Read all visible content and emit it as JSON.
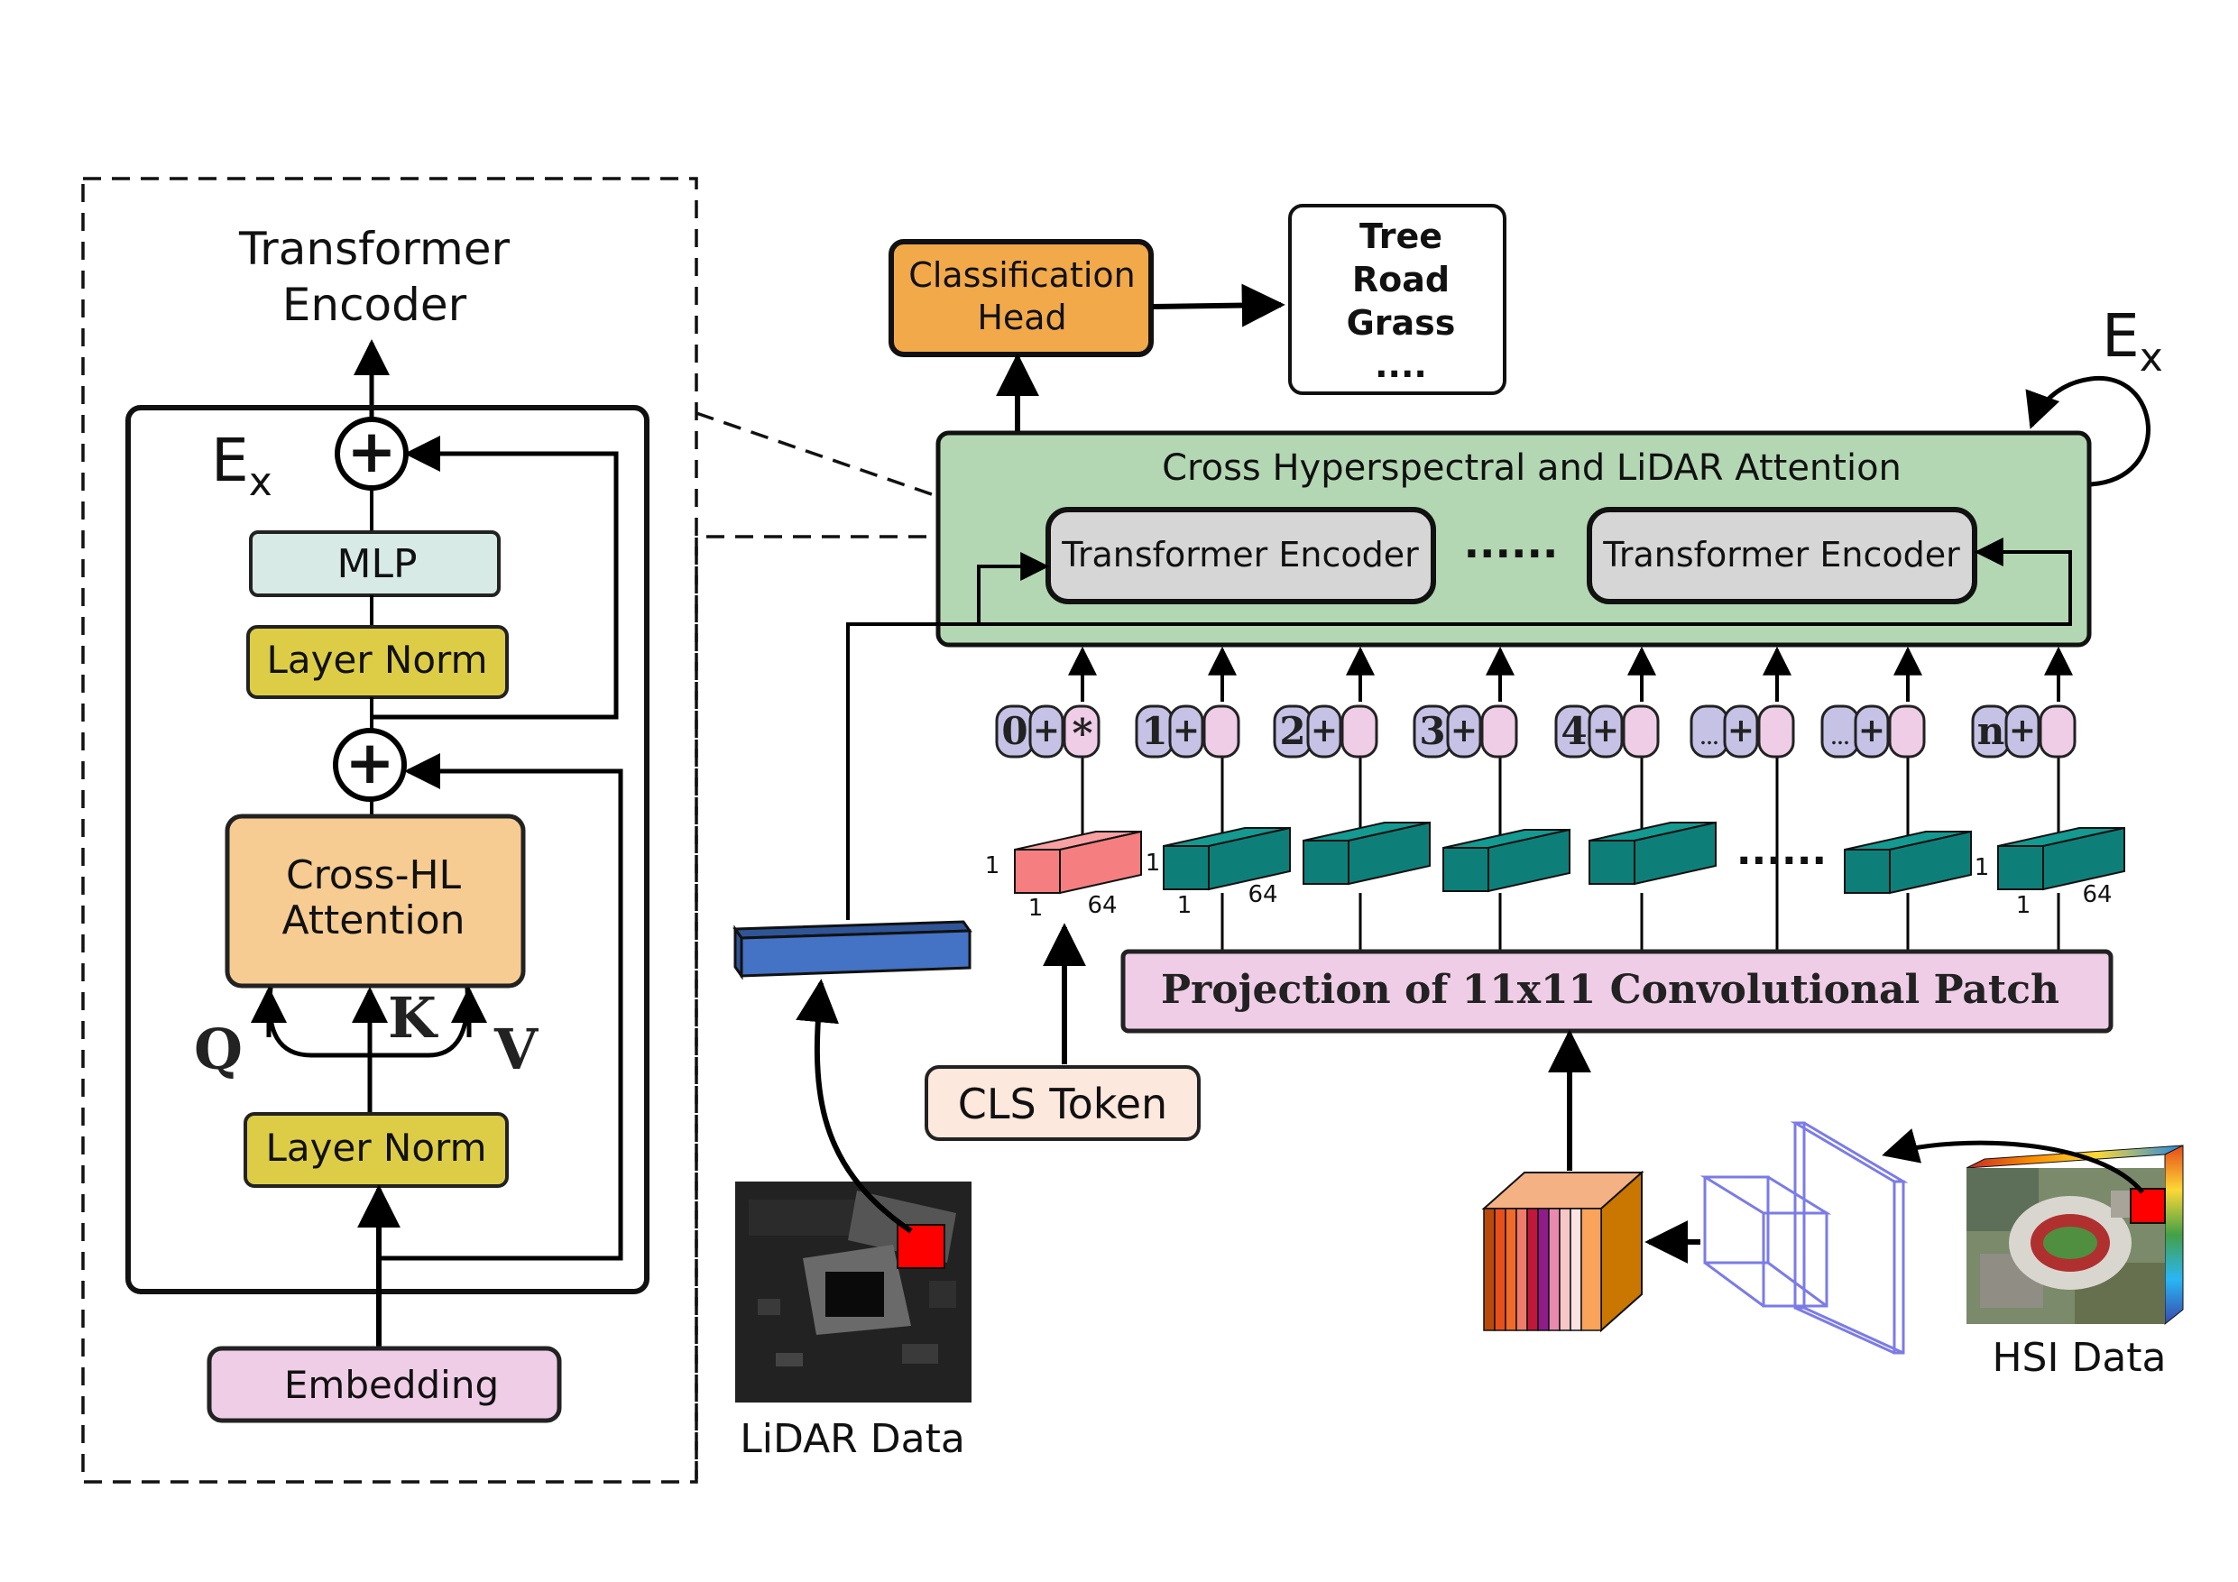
{
  "encoder_detail": {
    "title_line1": "Transformer",
    "title_line2": "Encoder",
    "repeat_label": "E",
    "repeat_sub": "x",
    "mlp": "MLP",
    "layer_norm_top": "Layer Norm",
    "attention_line1": "Cross-HL",
    "attention_line2": "Attention",
    "q": "Q",
    "k": "K",
    "v": "V",
    "layer_norm_bottom": "Layer Norm",
    "embedding": "Embedding",
    "plus": "+"
  },
  "main": {
    "classification_line1": "Classification",
    "classification_line2": "Head",
    "classes": [
      "Tree",
      "Road",
      "Grass",
      "...."
    ],
    "repeat_label": "E",
    "repeat_sub": "x",
    "attention_block_title": "Cross Hyperspectral and LiDAR Attention",
    "encoder_1": "Transformer Encoder",
    "encoder_dots": "......",
    "encoder_2": "Transformer Encoder",
    "tokens": [
      {
        "idx": "0",
        "plus": "+",
        "tail": "*"
      },
      {
        "idx": "1",
        "plus": "+",
        "tail": ""
      },
      {
        "idx": "2",
        "plus": "+",
        "tail": ""
      },
      {
        "idx": "3",
        "plus": "+",
        "tail": ""
      },
      {
        "idx": "4",
        "plus": "+",
        "tail": ""
      },
      {
        "idx": "...",
        "plus": "+",
        "tail": ""
      },
      {
        "idx": "...",
        "plus": "+",
        "tail": ""
      },
      {
        "idx": "n",
        "plus": "+",
        "tail": ""
      }
    ],
    "dim_one": "1",
    "dim_64": "64",
    "patch_dots": "......",
    "projection": "Projection of 11x11 Convolutional Patch",
    "cls_token": "CLS Token",
    "lidar_label": "LiDAR Data",
    "hsi_label": "HSI Data"
  },
  "colors": {
    "green_block": "#b3d7b3",
    "gray_encoder": "#d6d6d6",
    "orange_head": "#f2a94a",
    "peach_attention": "#f6cc92",
    "yellow_norm": "#ddcd46",
    "mlp_fill": "#d7eae6",
    "pink": "#efcde6",
    "lavender": "#c5c2e6",
    "teal_patch": "#0e7f78",
    "red_cls": "#f57f80",
    "blue_lidar": "#4472c4",
    "cls_fill": "#fde8dd"
  }
}
